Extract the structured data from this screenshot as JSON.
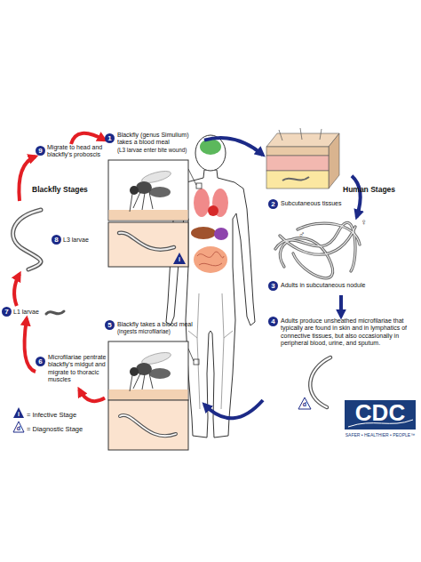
{
  "diagram": {
    "nodes": [
      {
        "text": [
          "1",
          "Blackfly (genus Simulium) takes a blood meal",
          "(L3 larvae enter bite wound)"
        ]
      },
      {
        "text": [
          "2",
          "Subcutaneous tissues"
        ]
      },
      {
        "text": [
          "3",
          "Adults in subcutaneous nodule"
        ]
      },
      {
        "text": [
          "4",
          "Adults produce unsheathed microfilariae that typically are found in skin and in lymphatics of connective tissues, but also occasionally in peripheral blood, urine, and sputum."
        ]
      },
      {
        "text": [
          "5",
          "Blackfly takes a blood meal",
          "(ingests microfilariae)"
        ]
      },
      {
        "text": [
          "6",
          "Microfilariae pentrate blackfly's midgut and migrate to thoracic muscles"
        ]
      },
      {
        "text": [
          "7",
          "L1 larvae"
        ]
      },
      {
        "text": [
          "8",
          "L3 larvae"
        ]
      },
      {
        "text": [
          "9",
          "Migrate to head and blackfly's proboscis"
        ]
      }
    ],
    "edges": [
      {
        "from": 0,
        "to": 1,
        "arrow": "to"
      },
      {
        "from": 1,
        "to": 2,
        "arrow": "to"
      },
      {
        "from": 2,
        "to": 3,
        "arrow": "to"
      },
      {
        "from": 3,
        "to": 4,
        "arrow": "to"
      },
      {
        "from": 4,
        "to": 5,
        "arrow": "to"
      },
      {
        "from": 5,
        "to": 6,
        "arrow": "to"
      },
      {
        "from": 6,
        "to": 7,
        "arrow": "to"
      },
      {
        "from": 7,
        "to": 8,
        "arrow": "to"
      },
      {
        "from": 8,
        "to": 0,
        "arrow": "to"
      }
    ],
    "labels": [
      "Blackfly Stages",
      "Human Stages",
      "i",
      "♂",
      "♀",
      "d",
      "i",
      "d",
      "CDC",
      "SAFER • HEALTHIER • PEOPLE™"
    ],
    "legend": [
      {
        "text": "= Infective Stage"
      },
      {
        "text": "= Diagnostic Stage"
      }
    ]
  }
}
